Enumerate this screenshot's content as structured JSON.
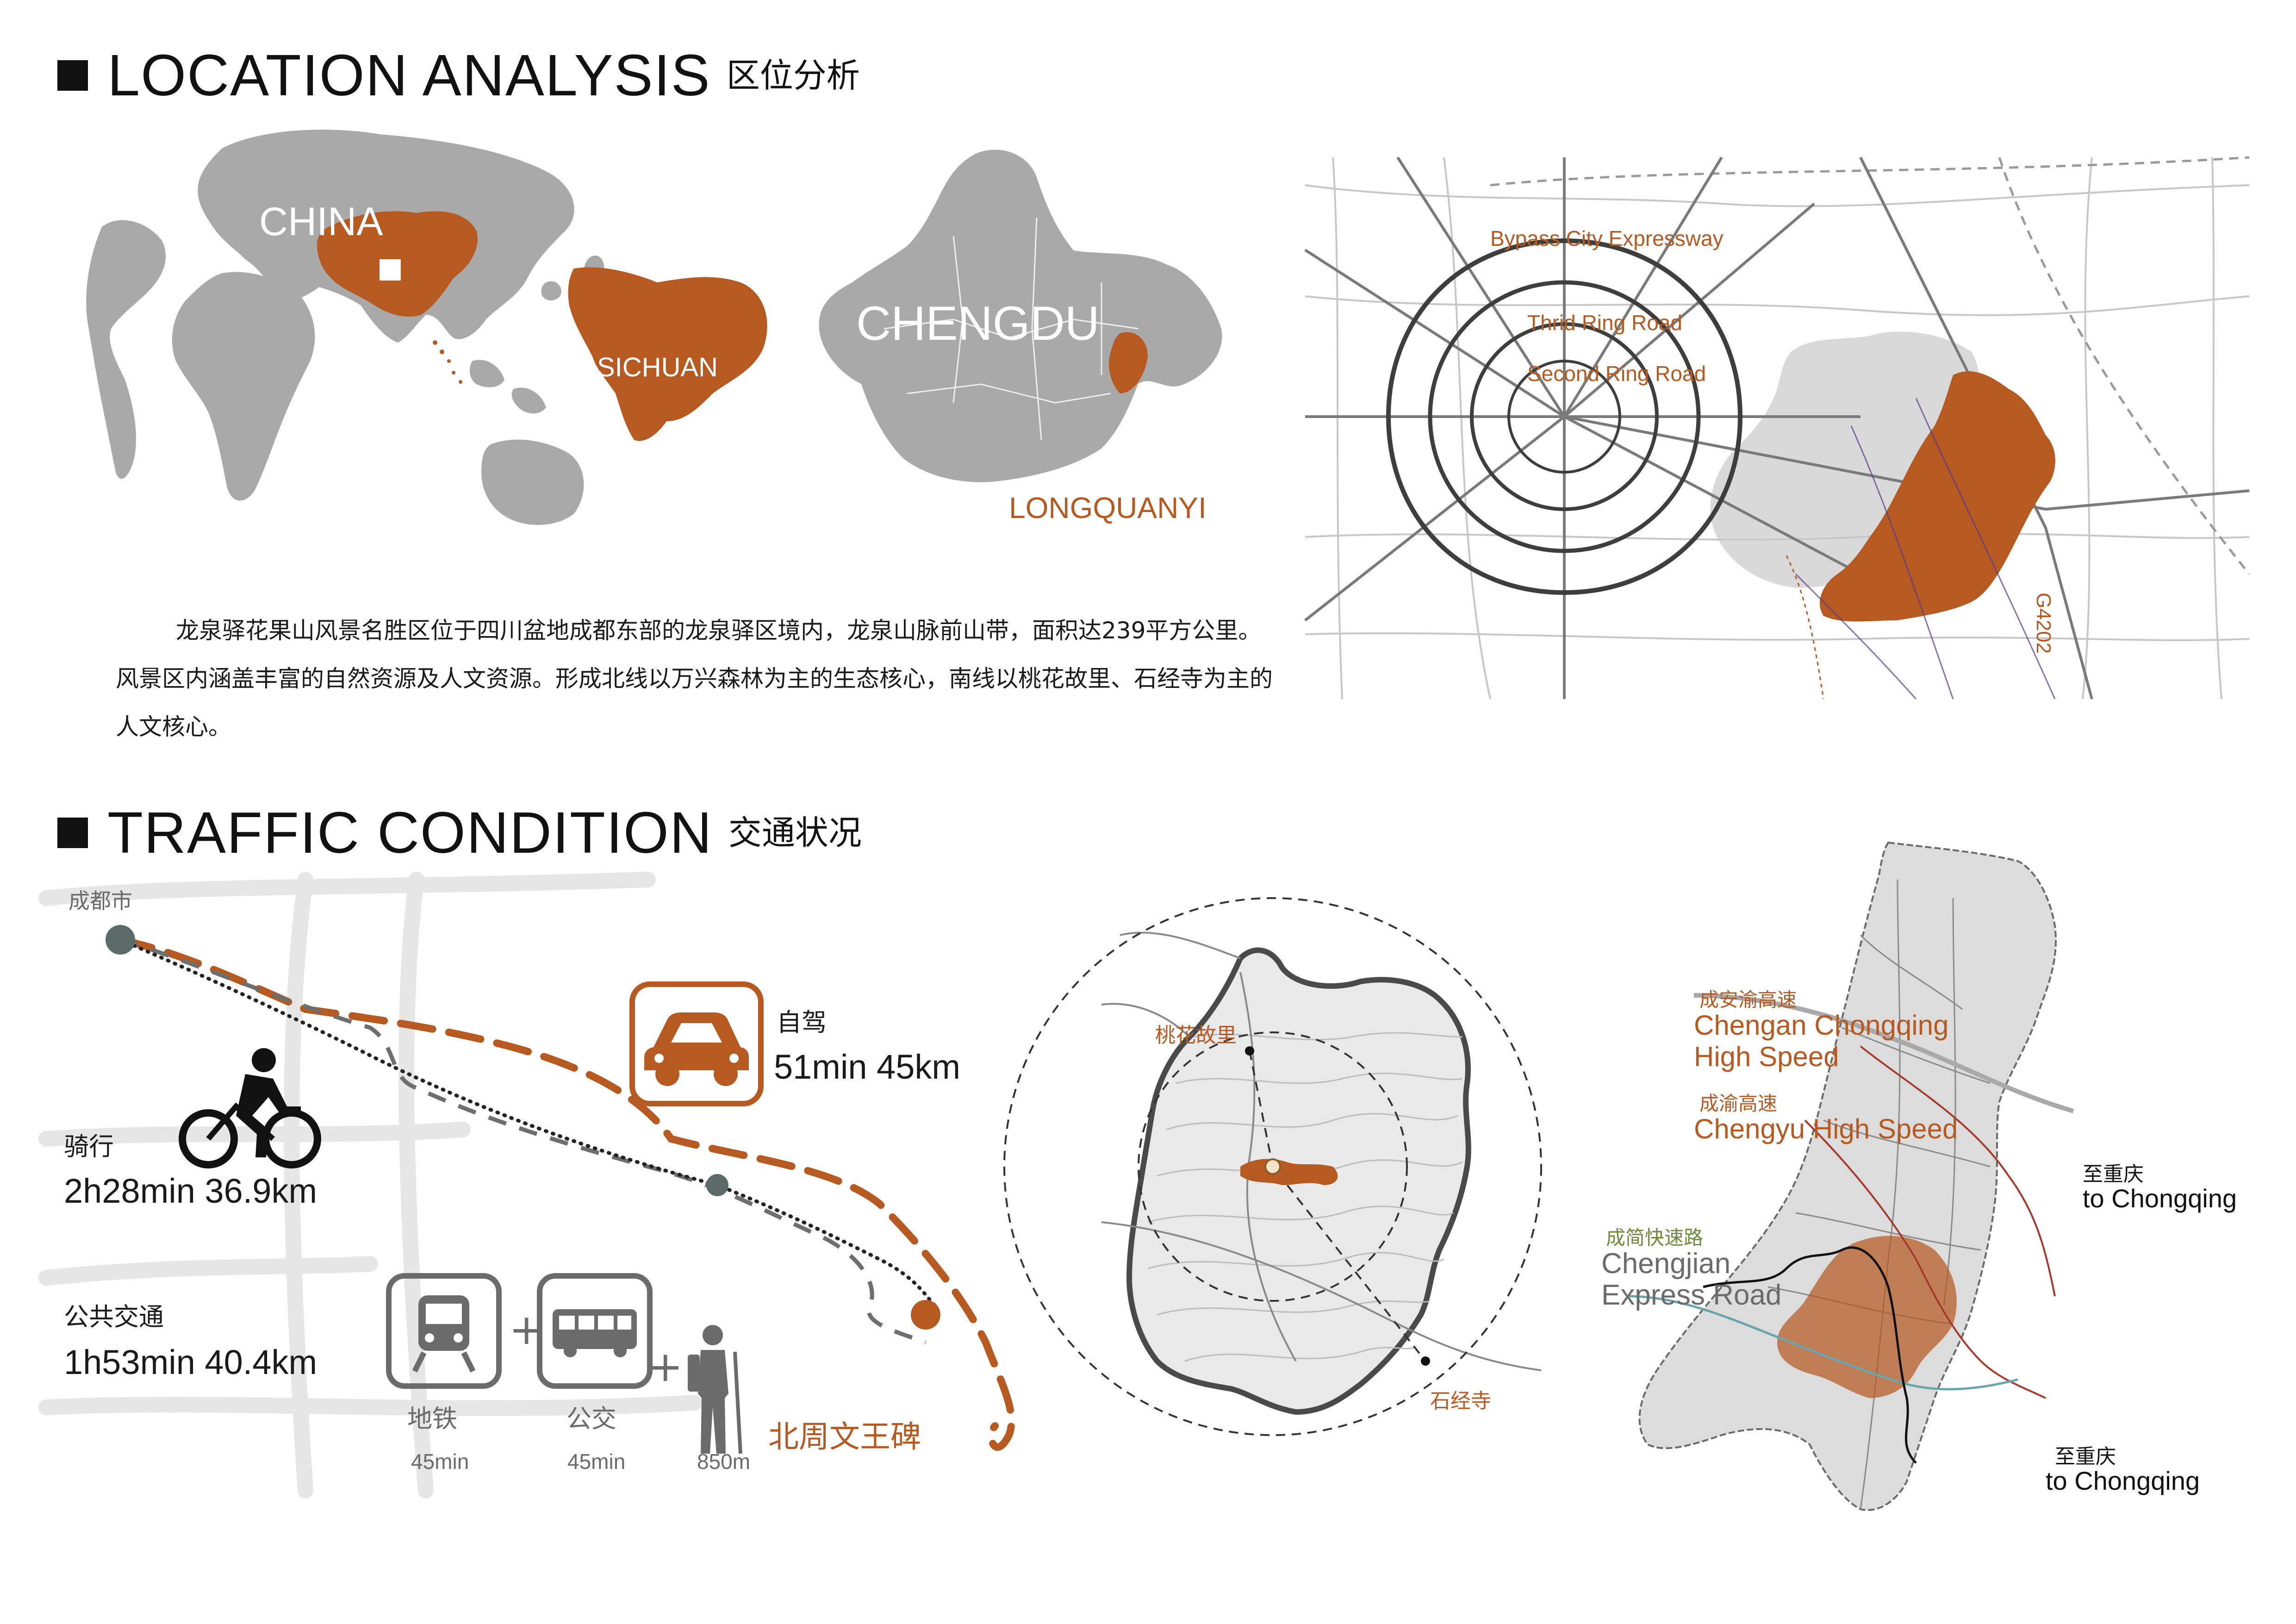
{
  "location": {
    "title_en": "LOCATION ANALYSIS",
    "title_cn": "区位分析",
    "labels": {
      "china": "CHINA",
      "sichuan": "SICHUAN",
      "chengdu": "CHENGDU",
      "longquanyi": "LONGQUANYI"
    },
    "road_map": {
      "bypass": "Bypass City Expressway",
      "third_ring": "Thrid Ring Road",
      "second_ring": "Second Ring Road",
      "g4202": "G4202"
    },
    "description": "龙泉驿花果山风景名胜区位于四川盆地成都东部的龙泉驿区境内，龙泉山脉前山带，面积达239平方公里。风景区内涵盖丰富的自然资源及人文资源。形成北线以万兴森林为主的生态核心，南线以桃花故里、石经寺为主的人文核心。"
  },
  "traffic": {
    "title_en": "TRAFFIC CONDITION",
    "title_cn": "交通状况",
    "origin": "成都市",
    "destination": "北周文王碑",
    "car": {
      "label": "自驾",
      "value": "51min 45km"
    },
    "bike": {
      "label": "骑行",
      "value": "2h28min  36.9km"
    },
    "transit": {
      "label": "公共交通",
      "value": "1h53min  40.4km"
    },
    "metro": {
      "label": "地铁",
      "time": "45min"
    },
    "bus": {
      "label": "公交",
      "time": "45min"
    },
    "walk": {
      "distance": "850m"
    },
    "plus": "+",
    "scenic_map": {
      "taohua": "桃花故里",
      "shijing": "石经寺"
    },
    "district_map": {
      "chengan_cn": "成安渝高速",
      "chengan_en_1": "Chengan Chongqing",
      "chengan_en_2": "High Speed",
      "chengyu_cn": "成渝高速",
      "chengyu_en": "Chengyu High Speed",
      "chengjian_cn": "成简快速路",
      "chengjian_en_1": "Chengjian",
      "chengjian_en_2": "Express Road",
      "to_cq_cn_1": "至重庆",
      "to_cq_en_1": "to Chongqing",
      "to_cq_cn_2": "至重庆",
      "to_cq_en_2": "to Chongqing"
    }
  },
  "colors": {
    "accent": "#b65a22",
    "map_gray": "#a9a9a9",
    "light_gray": "#dcdcdc",
    "olive": "#6e8a3a"
  }
}
